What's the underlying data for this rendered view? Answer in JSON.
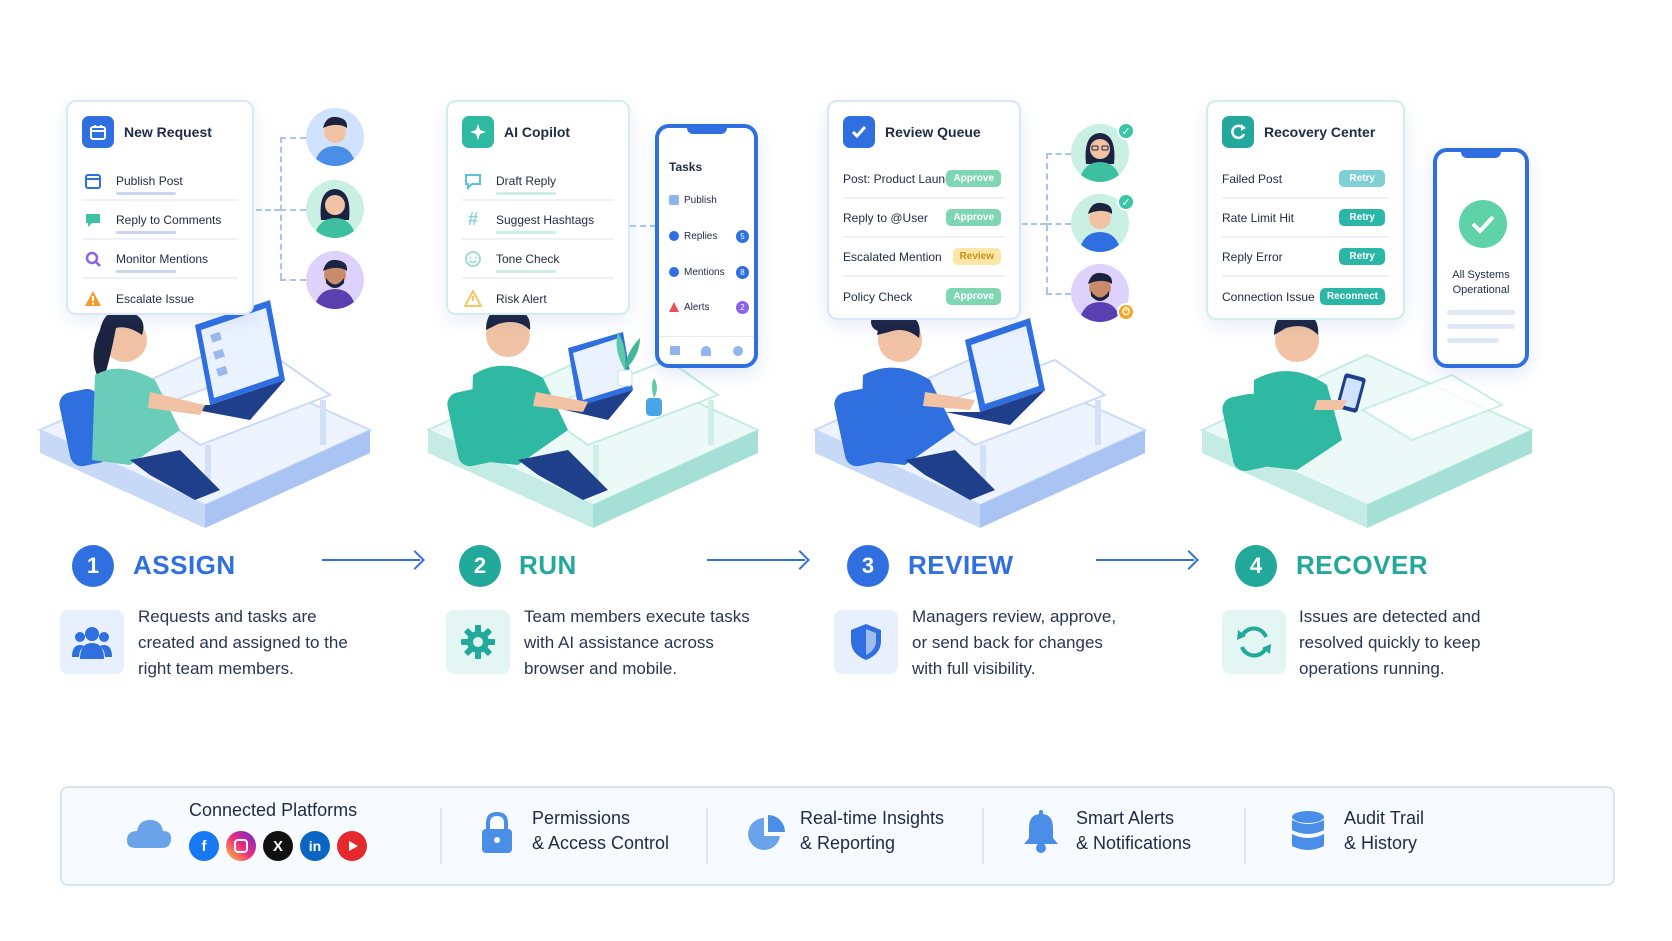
{
  "step1": {
    "card_title": "New Request",
    "items": [
      "Publish Post",
      "Reply to Comments",
      "Monitor Mentions",
      "Escalate Issue"
    ],
    "number": "1",
    "title": "ASSIGN",
    "desc": [
      "Requests and tasks are",
      "created and assigned to the",
      "right team members."
    ]
  },
  "step2": {
    "card_title": "AI Copilot",
    "items": [
      "Draft Reply",
      "Suggest Hashtags",
      "Tone Check",
      "Risk Alert"
    ],
    "phone_title": "Tasks",
    "phone_items": [
      {
        "label": "Publish",
        "badge": ""
      },
      {
        "label": "Replies",
        "badge": "5"
      },
      {
        "label": "Mentions",
        "badge": "8"
      },
      {
        "label": "Alerts",
        "badge": "2"
      }
    ],
    "number": "2",
    "title": "RUN",
    "desc": [
      "Team members execute tasks",
      "with AI assistance across",
      "browser and mobile."
    ]
  },
  "step3": {
    "card_title": "Review Queue",
    "items": [
      {
        "label": "Post: Product Launch",
        "status": "Approve"
      },
      {
        "label": "Reply to @User",
        "status": "Approve"
      },
      {
        "label": "Escalated Mention",
        "status": "Review"
      },
      {
        "label": "Policy Check",
        "status": "Approve"
      }
    ],
    "number": "3",
    "title": "REVIEW",
    "desc": [
      "Managers review, approve,",
      "or send back for changes",
      "with full visibility."
    ]
  },
  "step4": {
    "card_title": "Recovery Center",
    "items": [
      {
        "label": "Failed Post",
        "action": "Retry"
      },
      {
        "label": "Rate Limit Hit",
        "action": "Retry"
      },
      {
        "label": "Reply Error",
        "action": "Retry"
      },
      {
        "label": "Connection Issue",
        "action": "Reconnect"
      }
    ],
    "phone_status": [
      "All Systems",
      "Operational"
    ],
    "number": "4",
    "title": "RECOVER",
    "desc": [
      "Issues are detected and",
      "resolved quickly to keep",
      "operations running."
    ]
  },
  "features": {
    "platforms_title": "Connected Platforms",
    "permissions": [
      "Permissions",
      "& Access Control"
    ],
    "insights": [
      "Real-time Insights",
      "& Reporting"
    ],
    "alerts": [
      "Smart Alerts",
      "& Notifications"
    ],
    "audit": [
      "Audit Trail",
      "& History"
    ]
  },
  "icons": {
    "step1_card": "calendar-icon",
    "step2_card": "sparkle-icon",
    "step3_card": "checkbox-icon",
    "step4_card": "refresh-icon",
    "step1_desc": "team-icon",
    "step2_desc": "gear-icon",
    "step3_desc": "shield-icon",
    "step4_desc": "sync-icon",
    "platforms": "cloud-icon",
    "permissions": "lock-icon",
    "insights": "pie-chart-icon",
    "alerts": "bell-icon",
    "audit": "database-icon",
    "social": [
      "facebook-icon",
      "instagram-icon",
      "x-icon",
      "linkedin-icon",
      "youtube-icon"
    ]
  },
  "colors": {
    "blue": "#2f6fe0",
    "teal": "#22a99c",
    "green": "#7fd6b2",
    "yellow": "#fde6a8"
  }
}
